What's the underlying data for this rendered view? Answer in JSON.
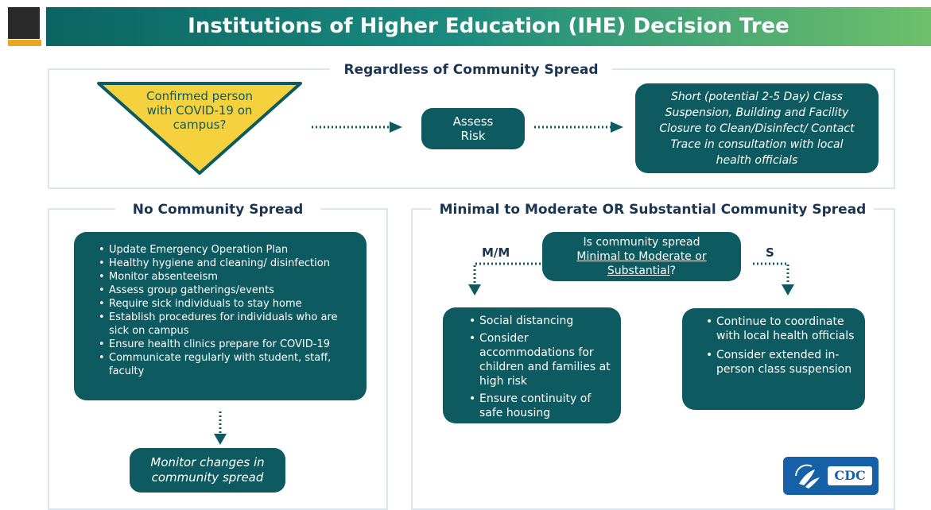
{
  "header": {
    "title": "Institutions of Higher Education (IHE) Decision Tree"
  },
  "top_section": {
    "title": "Regardless of Community Spread",
    "question": "Confirmed person with COVID-19 on campus?",
    "assess": "Assess Risk",
    "action": "Short (potential 2-5 Day) Class Suspension, Building and Facility Closure to Clean/Disinfect/ Contact Trace in consultation with local health officials"
  },
  "no_spread": {
    "title": "No Community Spread",
    "items": [
      "Update Emergency Operation Plan",
      "Healthy hygiene and cleaning/ disinfection",
      "Monitor absenteeism",
      "Assess group gatherings/events",
      "Require sick individuals to stay home",
      "Establish procedures for individuals who are sick on campus",
      "Ensure health clinics prepare for COVID-19",
      "Communicate regularly with student, staff, faculty"
    ],
    "monitor": "Monitor changes in community spread"
  },
  "spread": {
    "title": "Minimal to Moderate OR Substantial Community Spread",
    "question_prefix": "Is community spread",
    "question_underlined": "Minimal to Moderate or Substantial",
    "question_suffix": "?",
    "mm_label": "M/M",
    "s_label": "S",
    "mm_items": [
      "Social distancing",
      "Consider accommodations for children and families at high risk",
      "Ensure continuity of safe housing"
    ],
    "s_items": [
      "Continue to coordinate with local health officials",
      "Consider extended in-person class suspension"
    ]
  },
  "logo": {
    "text": "CDC"
  },
  "colors": {
    "teal": "#0d5a61",
    "yellow": "#f5d13e",
    "frame": "#dbe7ee",
    "heading": "#1b3550"
  }
}
